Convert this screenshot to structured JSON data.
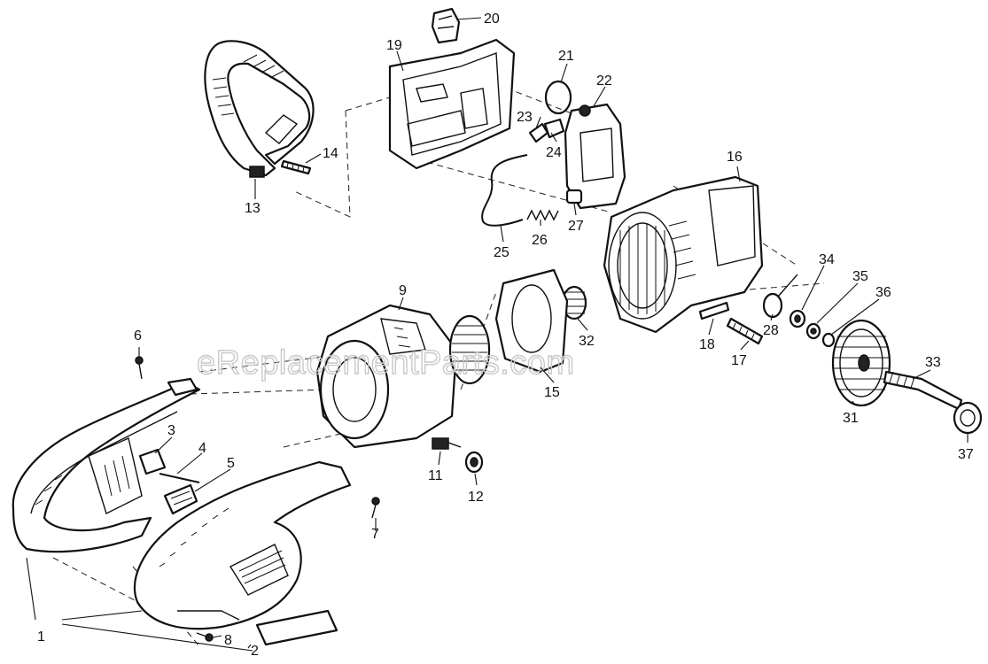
{
  "watermark": "eReplacementParts.com",
  "part_numbers": [
    "1",
    "2",
    "3",
    "4",
    "5",
    "6",
    "7",
    "8",
    "9",
    "11",
    "12",
    "13",
    "14",
    "15",
    "16",
    "17",
    "18",
    "19",
    "20",
    "21",
    "22",
    "23",
    "24",
    "25",
    "26",
    "27",
    "28",
    "31",
    "32",
    "33",
    "34",
    "35",
    "36",
    "37"
  ]
}
